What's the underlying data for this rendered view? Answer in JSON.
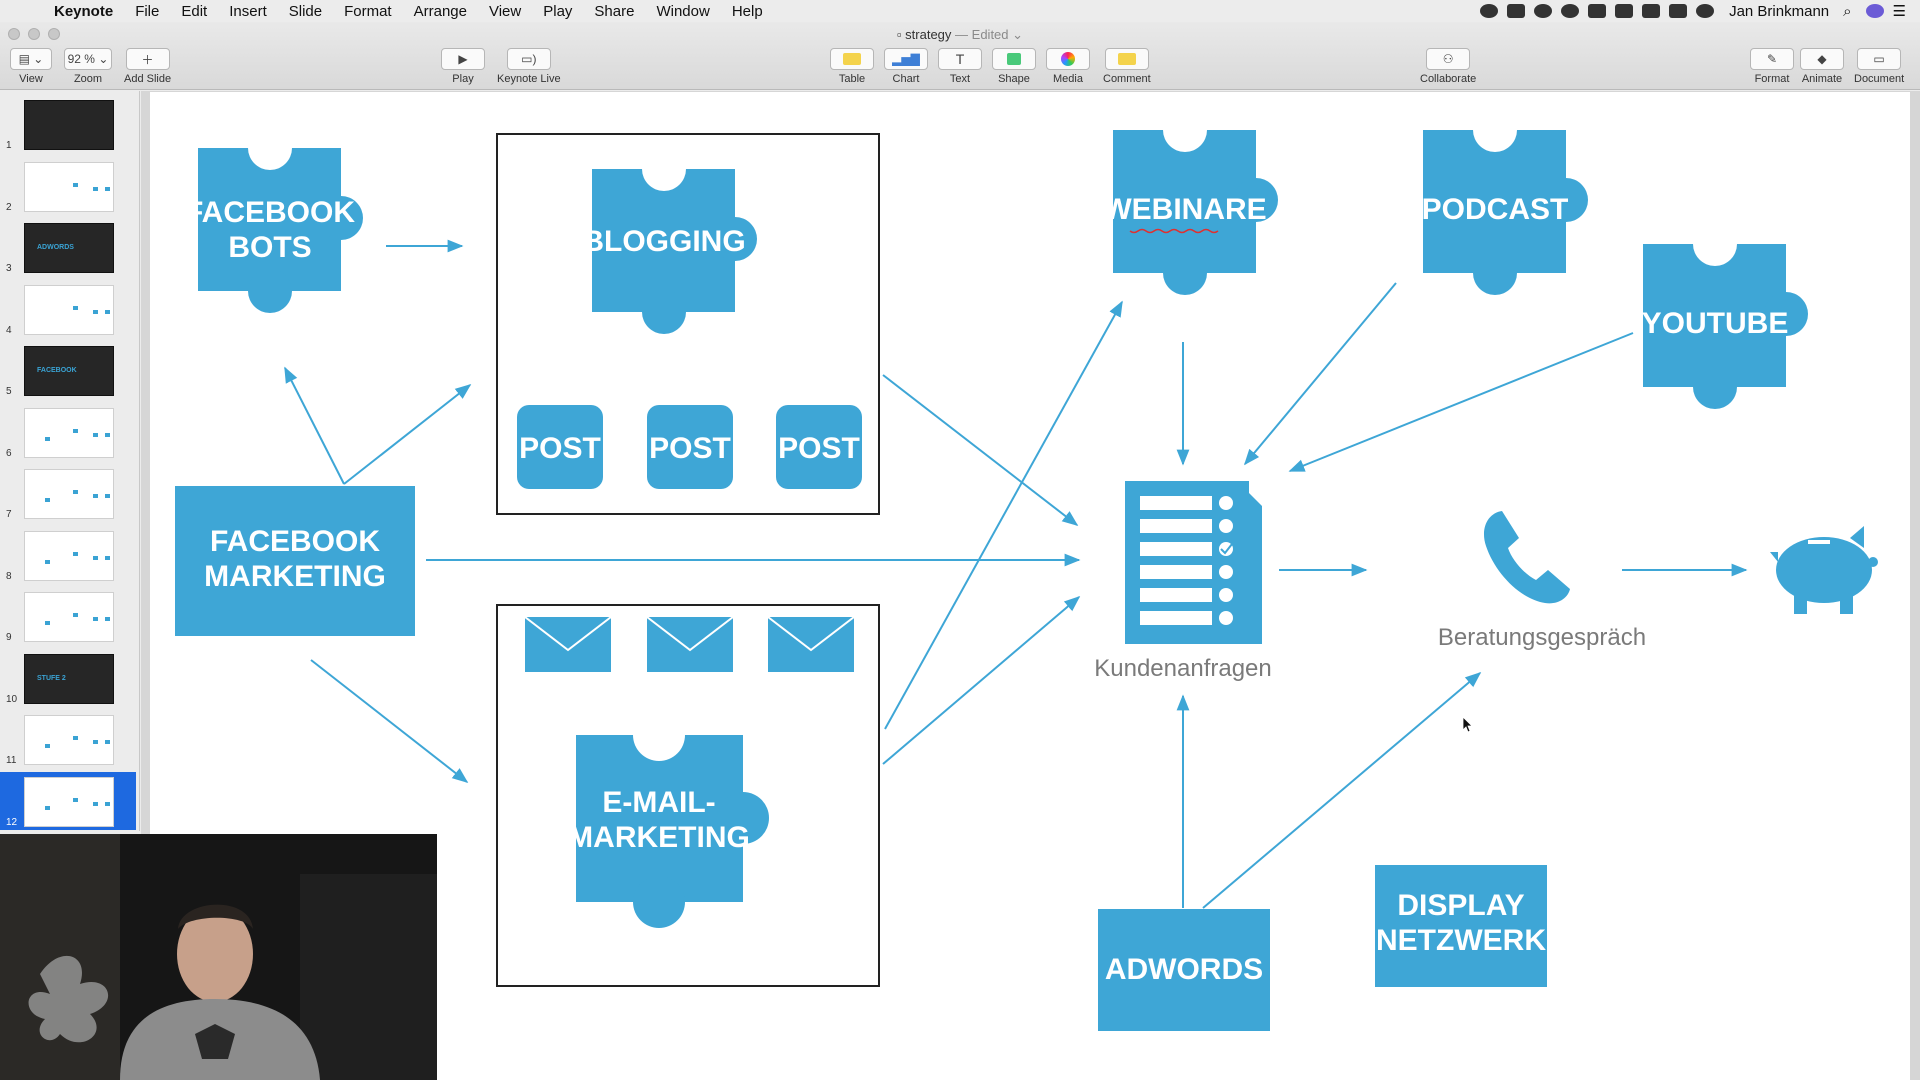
{
  "menubar": {
    "app": "Keynote",
    "items": [
      "File",
      "Edit",
      "Insert",
      "Slide",
      "Format",
      "Arrange",
      "View",
      "Play",
      "Share",
      "Window",
      "Help"
    ],
    "user": "Jan Brinkmann"
  },
  "document": {
    "title": "strategy",
    "status": "— Edited"
  },
  "toolbar": {
    "view": "View",
    "zoom": "Zoom",
    "zoom_value": "92 %",
    "add_slide": "Add Slide",
    "play": "Play",
    "keynote_live": "Keynote Live",
    "table": "Table",
    "chart": "Chart",
    "text": "Text",
    "shape": "Shape",
    "media": "Media",
    "comment": "Comment",
    "collaborate": "Collaborate",
    "format": "Format",
    "animate": "Animate",
    "document": "Document"
  },
  "slides": [
    {
      "num": "1",
      "dark": true,
      "text": ""
    },
    {
      "num": "2",
      "dark": false,
      "text": ""
    },
    {
      "num": "3",
      "dark": true,
      "text": "ADWORDS"
    },
    {
      "num": "4",
      "dark": false,
      "text": ""
    },
    {
      "num": "5",
      "dark": true,
      "text": "FACEBOOK"
    },
    {
      "num": "6",
      "dark": false,
      "text": ""
    },
    {
      "num": "7",
      "dark": false,
      "text": ""
    },
    {
      "num": "8",
      "dark": false,
      "text": ""
    },
    {
      "num": "9",
      "dark": false,
      "text": ""
    },
    {
      "num": "10",
      "dark": true,
      "text": "STUFE 2"
    },
    {
      "num": "11",
      "dark": false,
      "text": ""
    },
    {
      "num": "12",
      "dark": false,
      "text": "",
      "selected": true
    }
  ],
  "diagram": {
    "facebook_bots": [
      "FACEBOOK",
      "BOTS"
    ],
    "blogging": "BLOGGING",
    "post_1": "POST",
    "post_2": "POST",
    "post_3": "POST",
    "facebook_marketing": [
      "FACEBOOK",
      "MARKETING"
    ],
    "email_marketing": [
      "E-MAIL-",
      "MARKETING"
    ],
    "webinare": "WEBINARE",
    "podcast": "PODCAST",
    "youtube": "YOUTUBE",
    "kundenanfragen": "Kundenanfragen",
    "beratungsgespraech": "Beratungsgespräch",
    "adwords": "ADWORDS",
    "display_netzwerk": [
      "DISPLAY",
      "NETZWERK"
    ]
  },
  "colors": {
    "accent": "#3ea6d6",
    "selection": "#1e69e0"
  },
  "icons": {
    "list": "clipboard-checklist-icon",
    "phone": "phone-icon",
    "piggy": "piggy-bank-icon",
    "mail": "envelope-icon"
  }
}
